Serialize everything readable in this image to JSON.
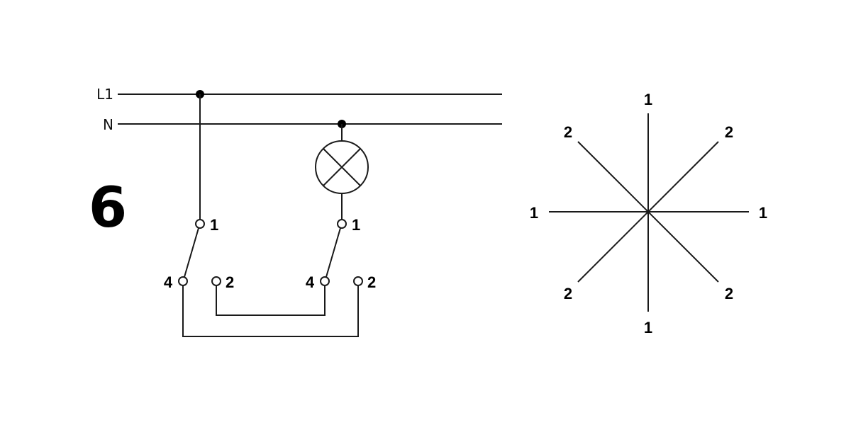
{
  "diagram_number": "6",
  "wiring": {
    "line_label": "L1",
    "neutral_label": "N",
    "switch_a": {
      "top": "1",
      "left": "4",
      "right": "2"
    },
    "switch_b": {
      "top": "1",
      "left": "4",
      "right": "2"
    }
  },
  "position_star": {
    "top": "1",
    "bottom": "1",
    "left": "1",
    "right": "1",
    "top_left": "2",
    "top_right": "2",
    "bottom_left": "2",
    "bottom_right": "2"
  }
}
